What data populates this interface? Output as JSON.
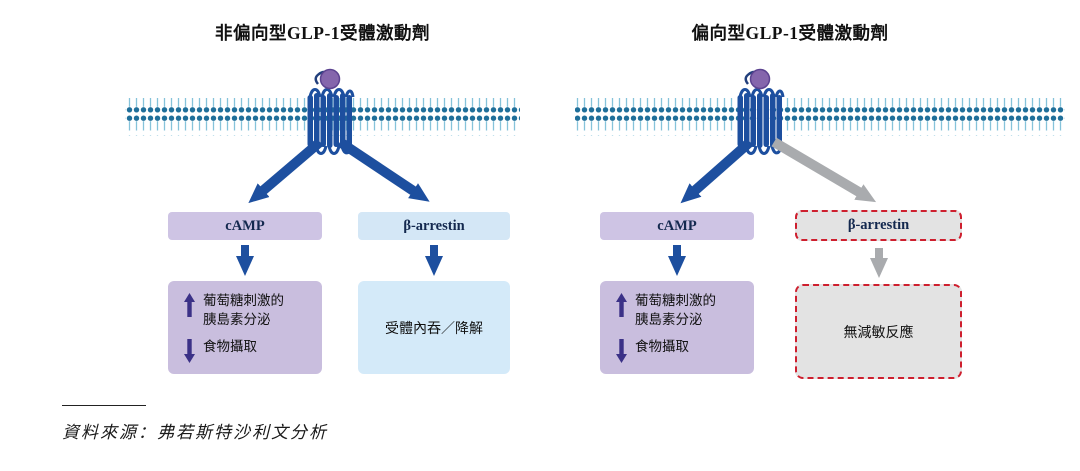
{
  "panels": [
    {
      "title": "非偏向型GLP-1受體激動劑",
      "camp_label": "cAMP",
      "arrestin_label": "β-arrestin",
      "effect1": "葡萄糖刺激的\n胰島素分泌",
      "effect2": "食物攝取",
      "arrestin_outcome": "受體內吞／降解"
    },
    {
      "title": "偏向型GLP-1受體激動劑",
      "camp_label": "cAMP",
      "arrestin_label": "β-arrestin",
      "effect1": "葡萄糖刺激的\n胰島素分泌",
      "effect2": "食物攝取",
      "arrestin_outcome": "無減敏反應"
    }
  ],
  "source_note": "資料來源：弗若斯特沙利文分析",
  "colors": {
    "signal_arrow_blue": "#1d4f9f",
    "signal_arrow_gray": "#a9abae",
    "blocked_border_red": "#ce1f2e",
    "camp_box_lavender": "#cec4e4",
    "arrestin_box_blue": "#d4e7f6",
    "outcome_purple": "#c9bede",
    "outcome_blue": "#d4eaf9",
    "blocked_box_gray": "#e3e3e3",
    "effect_arrow_purple": "#3b3187",
    "membrane_head_teal": "#1f6f9a",
    "membrane_tail_cyan": "#85c3da",
    "ligand_purple": "#8566ac"
  }
}
